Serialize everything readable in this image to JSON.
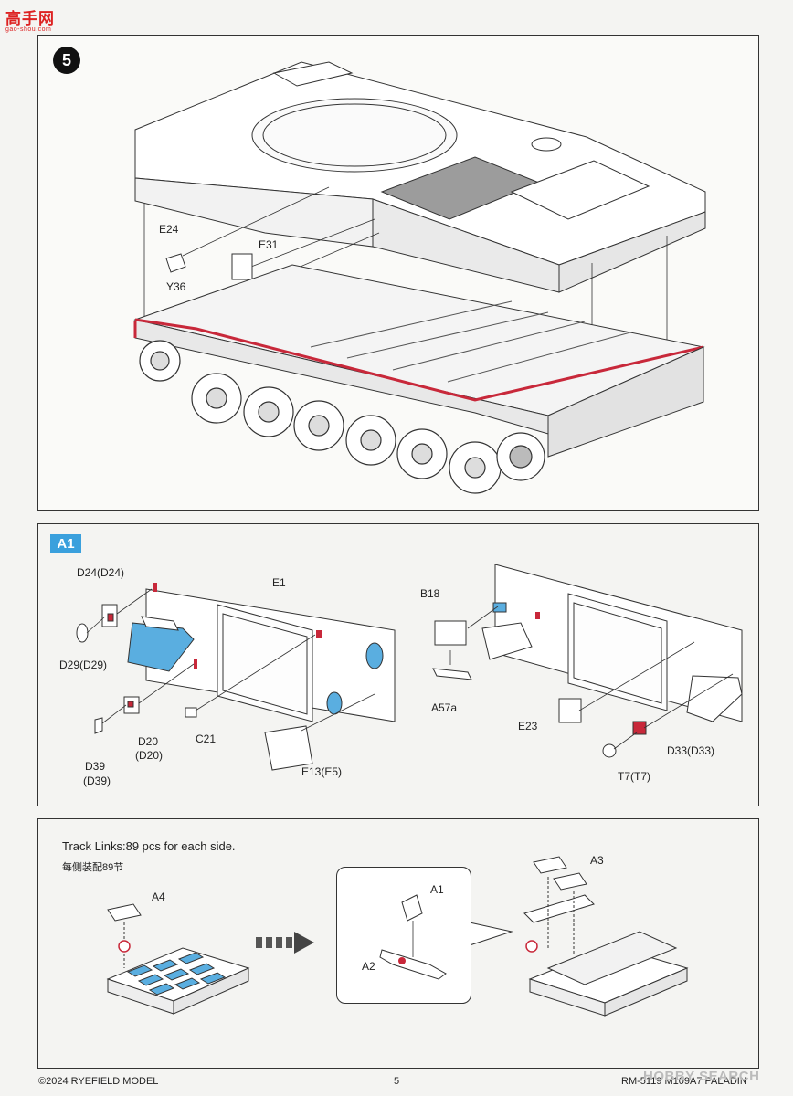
{
  "site_logo": {
    "main": "高手网",
    "sub": "gao-shou.com"
  },
  "step5": {
    "badge": "5",
    "labels": {
      "e24": "E24",
      "e31": "E31",
      "y36": "Y36"
    }
  },
  "a1": {
    "badge": "A1",
    "labels": {
      "d24": "D24(D24)",
      "e1": "E1",
      "d29": "D29(D29)",
      "d20a": "D20",
      "d20b": "(D20)",
      "c21": "C21",
      "d39a": "D39",
      "d39b": "(D39)",
      "e13": "E13(E5)",
      "b18": "B18",
      "a57a": "A57a",
      "e23": "E23",
      "d33": "D33(D33)",
      "t7": "T7(T7)"
    }
  },
  "track": {
    "note_en": "Track Links:89 pcs for each side.",
    "note_cn": "每侧装配89节",
    "labels": {
      "a4": "A4",
      "a1": "A1",
      "a2": "A2",
      "a3": "A3"
    }
  },
  "footer": {
    "copyright": "©2024 RYEFIELD MODEL",
    "page": "5",
    "model": "RM-5119 M109A7 PALADIN"
  },
  "watermark": "HOBBY SEARCH",
  "colors": {
    "highlight_red": "#c8283a",
    "part_blue": "#5aaee0",
    "part_yellow": "#f2e34a",
    "badge_blue": "#3aa0dd"
  }
}
